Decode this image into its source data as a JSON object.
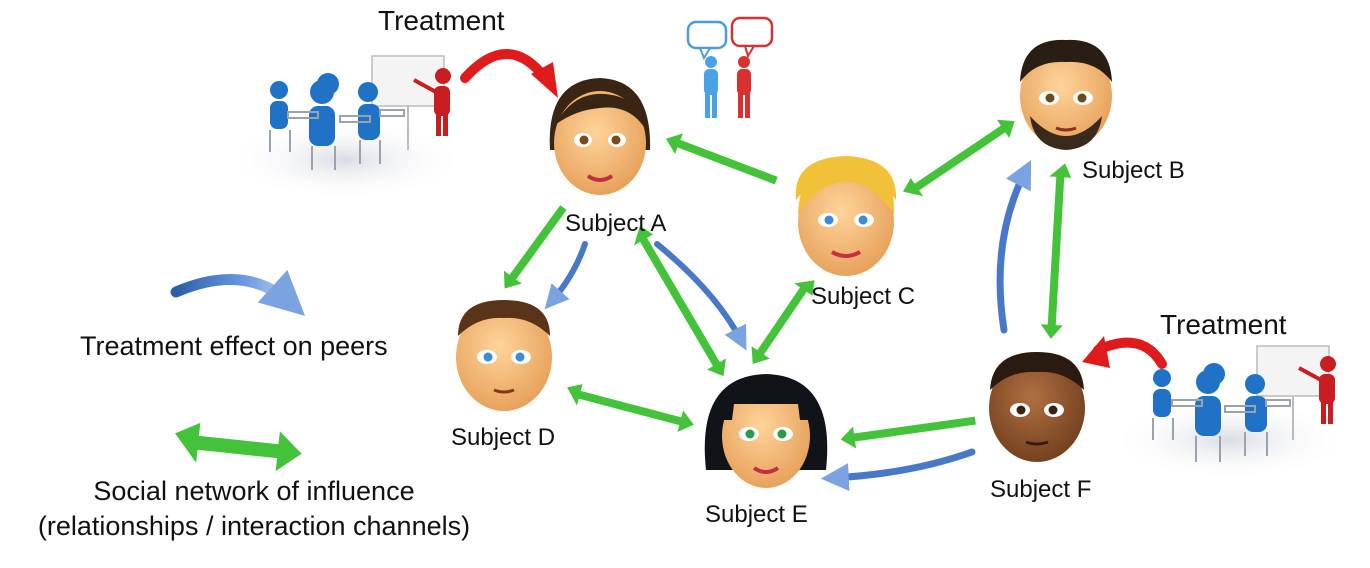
{
  "treatment_label": "Treatment",
  "subjects": {
    "a": "Subject A",
    "b": "Subject B",
    "c": "Subject C",
    "d": "Subject D",
    "e": "Subject E",
    "f": "Subject F"
  },
  "legend": {
    "peer_effect": "Treatment effect on peers",
    "network_line1": "Social network of influence",
    "network_line2": "(relationships / interaction channels)"
  },
  "colors": {
    "influence_arrow": "#44c23a",
    "peer_effect_arrow": "#4a78c8",
    "treatment_arrow": "#e01b1b",
    "presenter_figure": "#c81e22",
    "audience_figure": "#1f72c6"
  }
}
